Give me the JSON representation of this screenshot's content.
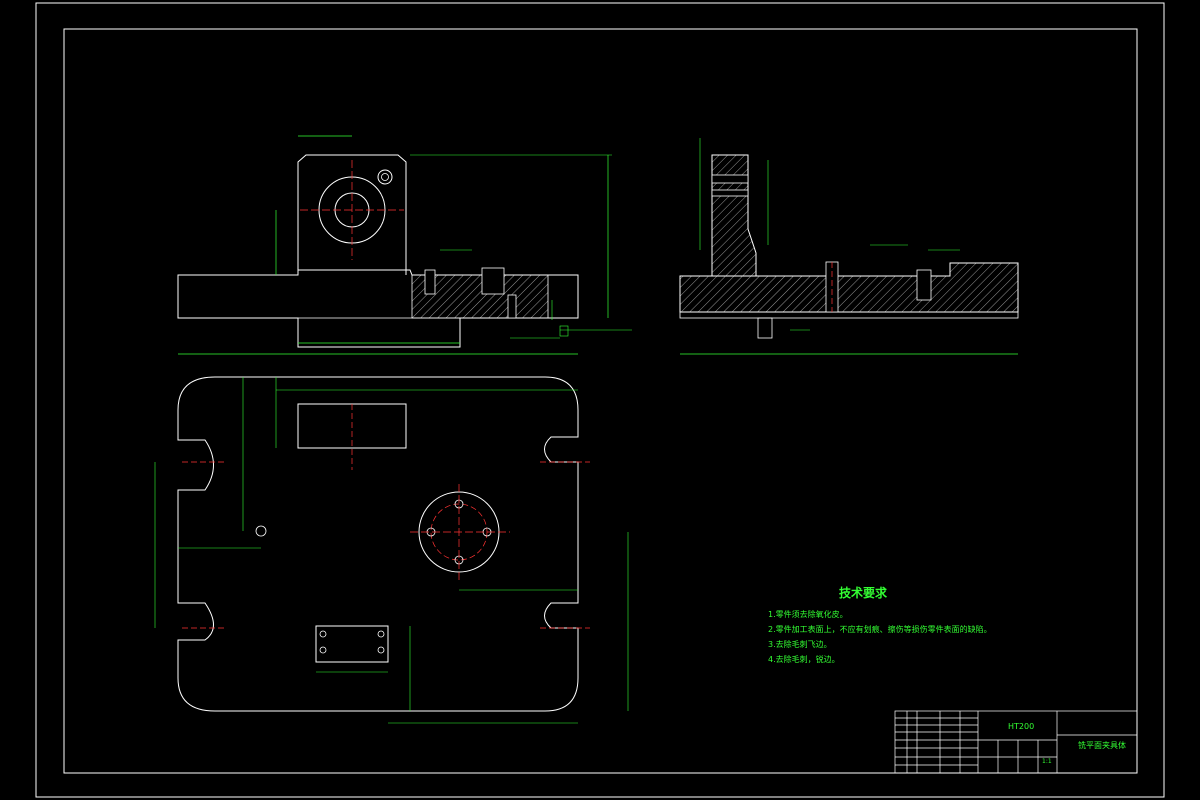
{
  "drawing": {
    "colors": {
      "background": "#000000",
      "outline": "#ffffff",
      "dimension": "#33ff33",
      "centerline": "#ff3333",
      "section_hatch": "#ffffff"
    },
    "views": [
      "front-view",
      "side-section-view",
      "top-view"
    ],
    "tech_requirements": {
      "title": "技术要求",
      "items": [
        "1.零件须去除氧化皮。",
        "2.零件加工表面上，不应有划痕、擦伤等损伤零件表面的缺陷。",
        "3.去除毛刺飞边。",
        "4.去除毛刺，锐边。"
      ]
    },
    "title_block": {
      "part_name": "铣平面夹具体",
      "material_label": "HT200",
      "scale": "1:1"
    }
  }
}
